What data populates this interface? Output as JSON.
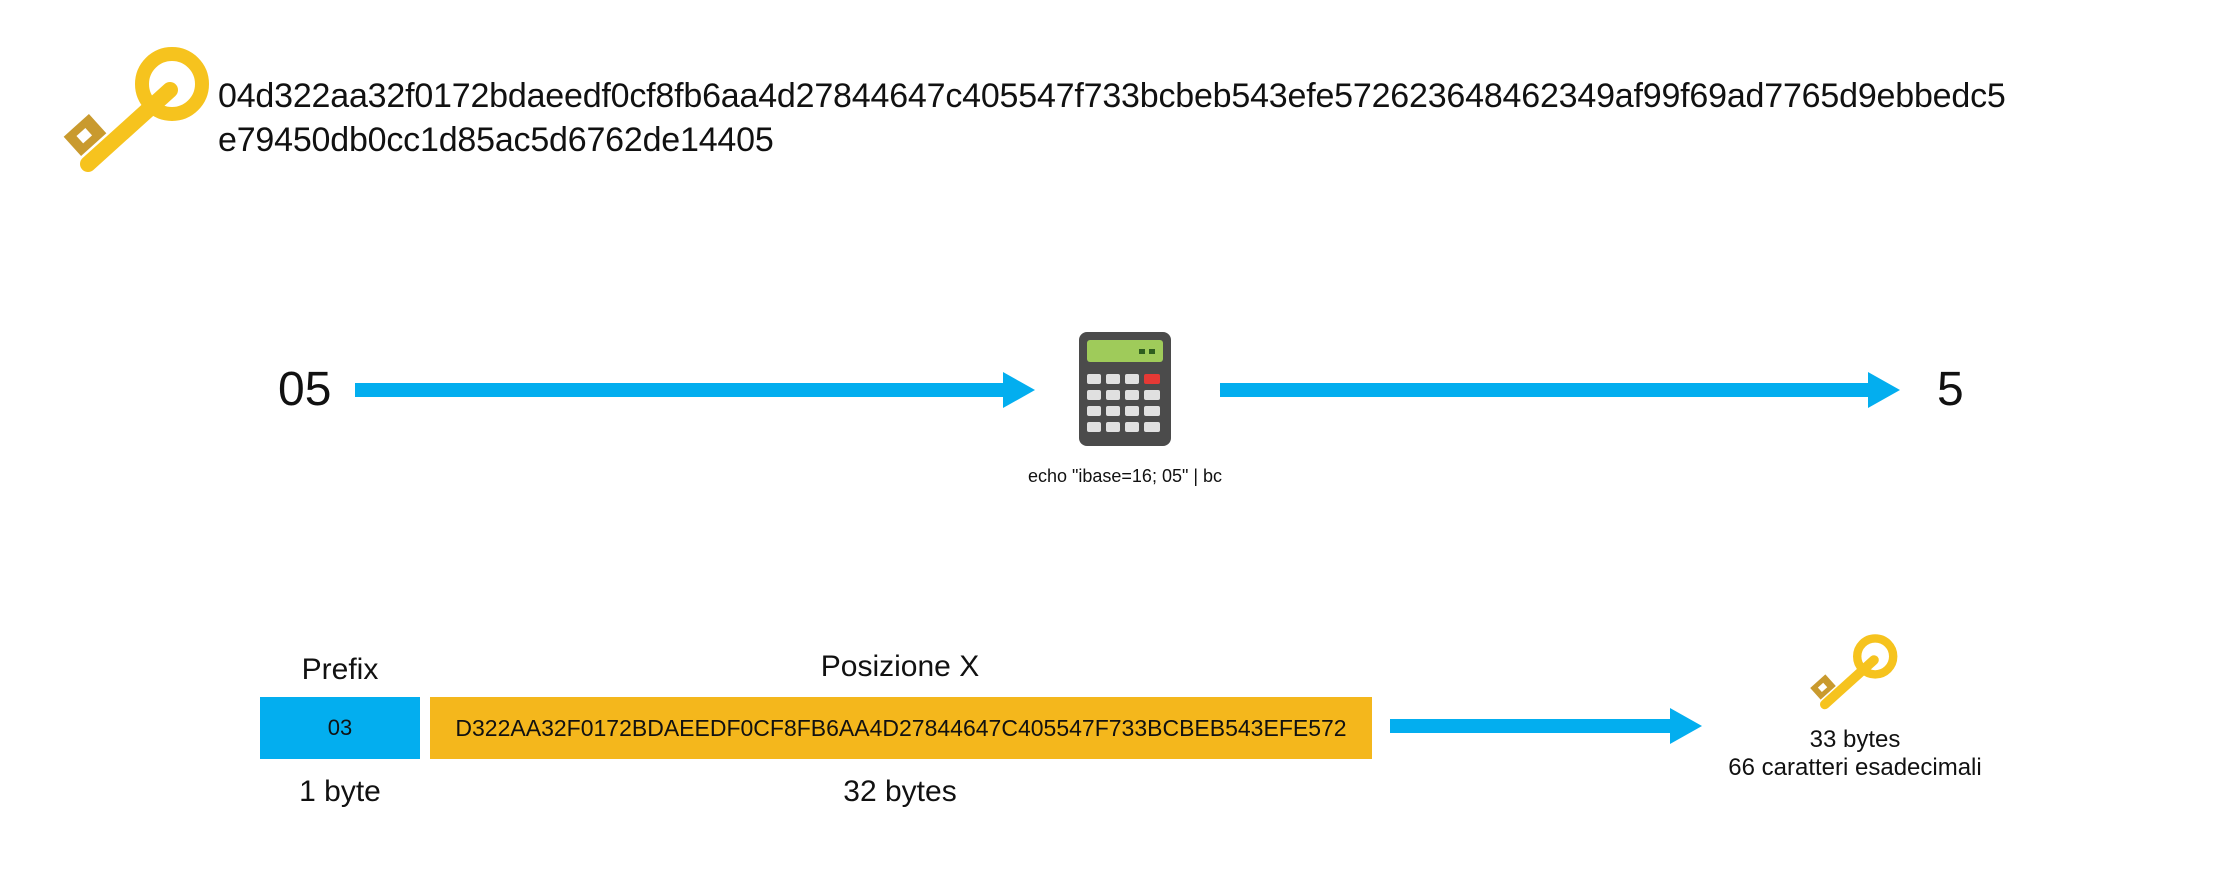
{
  "colors": {
    "arrow": "#03AEEF",
    "prefix_bar": "#03AEEF",
    "x_bar": "#F4B71C",
    "key_gold": "#F6C31E",
    "key_dark": "#C99A2E",
    "calculator_body": "#4B4B4B",
    "calculator_screen": "#9FCB5A",
    "calculator_red_key": "#E53935"
  },
  "icons": {
    "large_key": "key-icon",
    "calculator": "calculator-icon",
    "small_key": "key-icon"
  },
  "public_key": {
    "line1": "04d322aa32f0172bdaeedf0cf8fb6aa4d27844647c405547f733bcbeb543efe572623648462349af99f69ad7765d9ebbedc5",
    "line2": "e79450db0cc1d85ac5d6762de14405"
  },
  "conversion": {
    "input": "05",
    "command": "echo \"ibase=16; 05\" | bc",
    "output": "5"
  },
  "compressed": {
    "prefix_label": "Prefix",
    "prefix_value": "03",
    "prefix_size": "1 byte",
    "x_label": "Posizione X",
    "x_value": "D322AA32F0172BDAEEDF0CF8FB6AA4D27844647C405547F733BCBEB543EFE572",
    "x_size": "32 bytes",
    "result_size": "33 bytes",
    "result_chars": "66 caratteri esadecimali"
  }
}
